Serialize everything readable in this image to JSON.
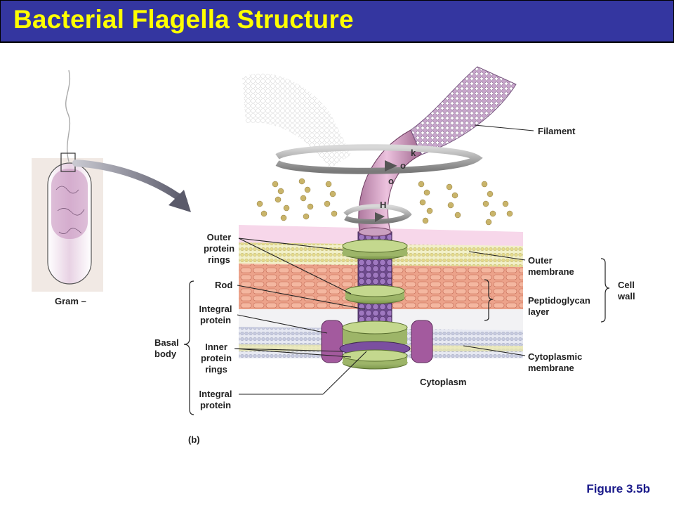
{
  "title": "Bacterial Flagella Structure",
  "figure_label": "Figure 3.5b",
  "panel_label": "(b)",
  "cell_label": "Gram –",
  "hook_letters": [
    "H",
    "o",
    "o",
    "k"
  ],
  "labels": {
    "filament": "Filament",
    "outer_protein_rings": [
      "Outer",
      "protein",
      "rings"
    ],
    "rod": "Rod",
    "integral_protein_upper": [
      "Integral",
      "protein"
    ],
    "basal_body": [
      "Basal",
      "body"
    ],
    "inner_protein_rings": [
      "Inner",
      "protein",
      "rings"
    ],
    "integral_protein_lower": [
      "Integral",
      "protein"
    ],
    "outer_membrane": [
      "Outer",
      "membrane"
    ],
    "peptidoglycan_layer": [
      "Peptidoglycan",
      "layer"
    ],
    "cell_wall": [
      "Cell",
      "wall"
    ],
    "cytoplasmic_membrane": [
      "Cytoplasmic",
      "membrane"
    ],
    "cytoplasm": "Cytoplasm"
  },
  "colors": {
    "title_bar": "#3436a0",
    "title_text": "#ffff00",
    "hook": "#d9a3c9",
    "rings": "#a8c070",
    "rod": "#8a5aa8",
    "peptidoglycan": "#e8917a",
    "membrane_heads": "#e2e29c"
  }
}
